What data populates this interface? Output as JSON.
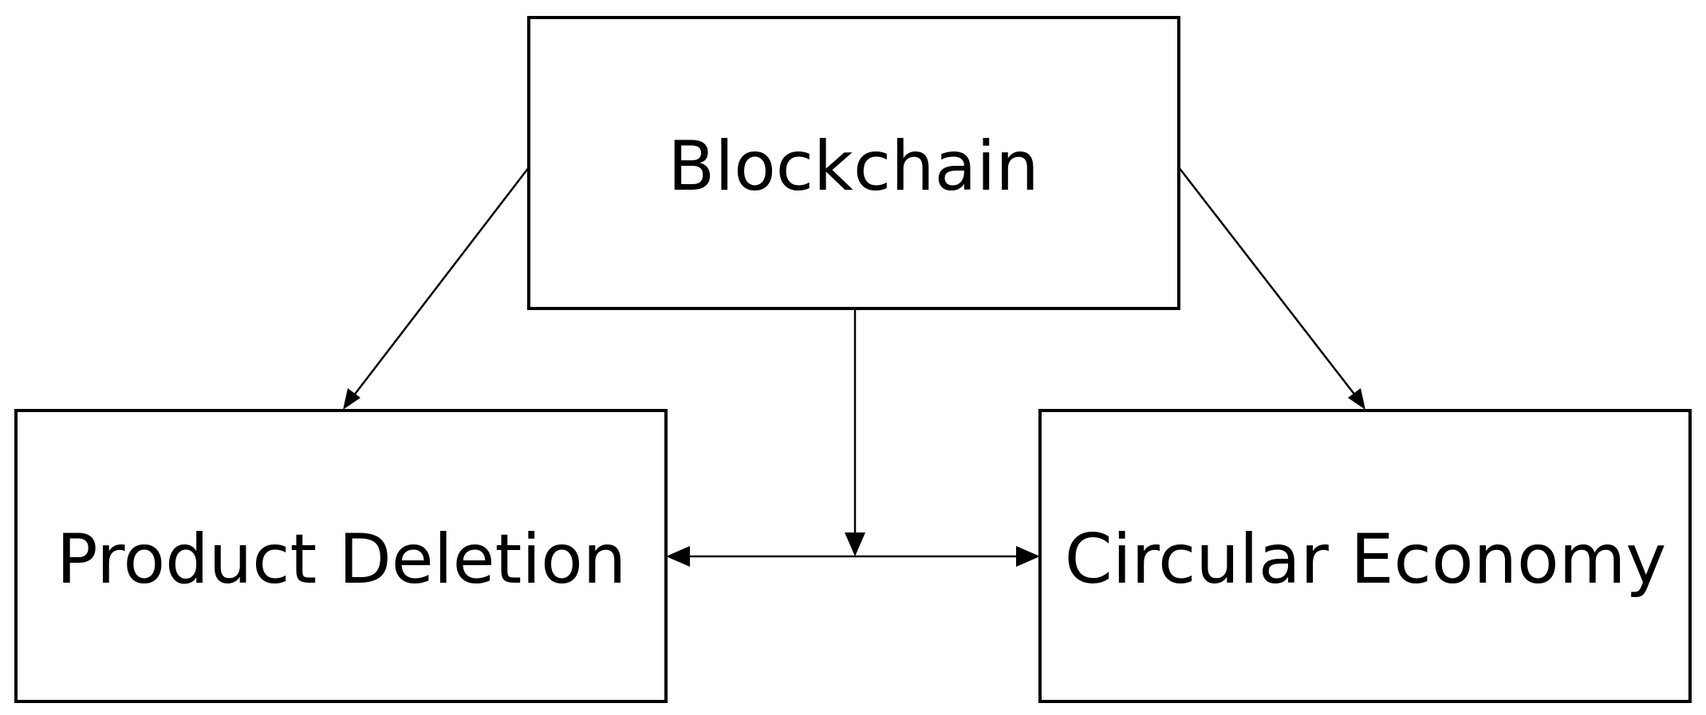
{
  "nodes": {
    "blockchain": {
      "label": "Blockchain"
    },
    "product_deletion": {
      "label": "Product Deletion"
    },
    "circular_economy": {
      "label": "Circular Economy"
    }
  },
  "edges": [
    {
      "from": "blockchain",
      "to": "product_deletion"
    },
    {
      "from": "blockchain",
      "to": "circular_economy"
    },
    {
      "from": "blockchain",
      "to": "product_deletion-circular_economy link"
    },
    {
      "from": "product_deletion",
      "to": "circular_economy",
      "bidirectional": true
    }
  ]
}
